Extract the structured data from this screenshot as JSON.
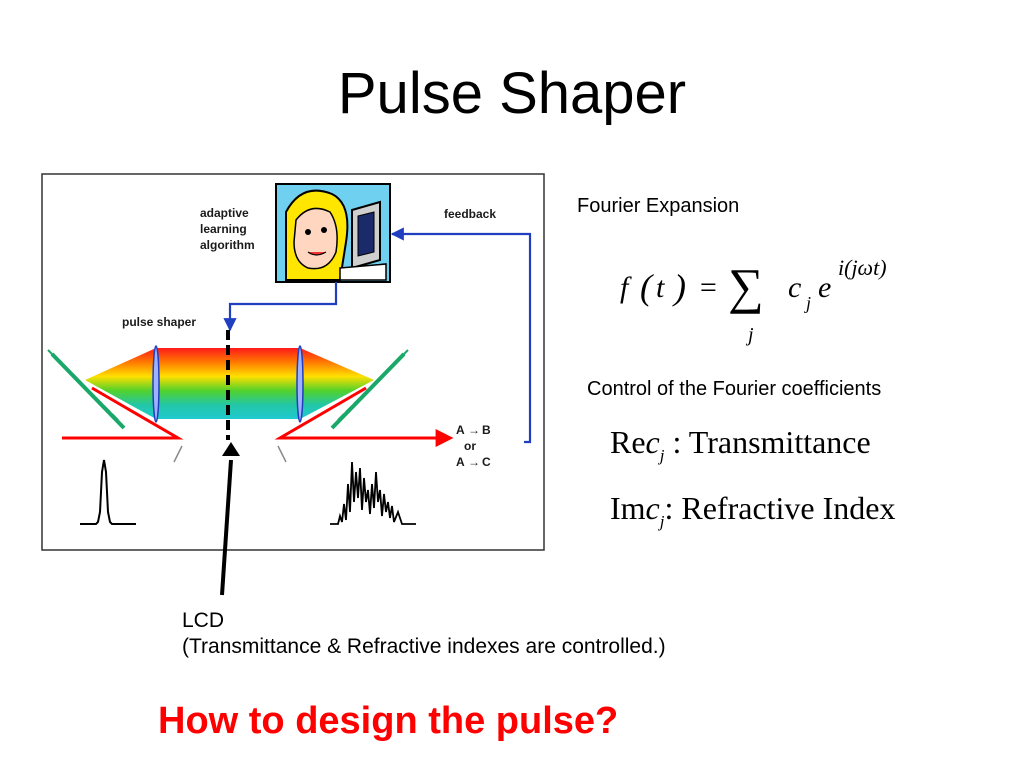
{
  "title": "Pulse Shaper",
  "diagram": {
    "adaptive_line1": "adaptive",
    "adaptive_line2": "learning",
    "adaptive_line3": "algorithm",
    "feedback": "feedback",
    "pulse_shaper": "pulse shaper",
    "out1_a": "A",
    "out1_arrow": "→",
    "out1_b": "B",
    "out_or": "or",
    "out2_a": "A",
    "out2_arrow": "→",
    "out2_c": "C"
  },
  "lcd": {
    "label": "LCD",
    "note": "(Transmittance & Refractive indexes are controlled.)"
  },
  "fourier": {
    "title": "Fourier Expansion",
    "f": "f",
    "t": "t",
    "equals": "=",
    "sigma": "∑",
    "sum_index": "j",
    "c": "c",
    "c_sub": "j",
    "e": "e",
    "exp": "i(jωt)"
  },
  "control": {
    "title": "Control of the Fourier coefficients",
    "re_prefix": "Re",
    "re_var": "c",
    "re_sub": "j",
    "re_colon": ":",
    "re_text": "Transmittance",
    "im_prefix": "Im",
    "im_var": "c",
    "im_sub": "j",
    "im_colon": ":",
    "im_text": "Refractive Index"
  },
  "question": "How to design the pulse?",
  "colors": {
    "beam_red": "#ff0000",
    "feedback_blue": "#1f3ec0",
    "grating_green": "#1aa86a",
    "question_red": "#ff0000"
  }
}
